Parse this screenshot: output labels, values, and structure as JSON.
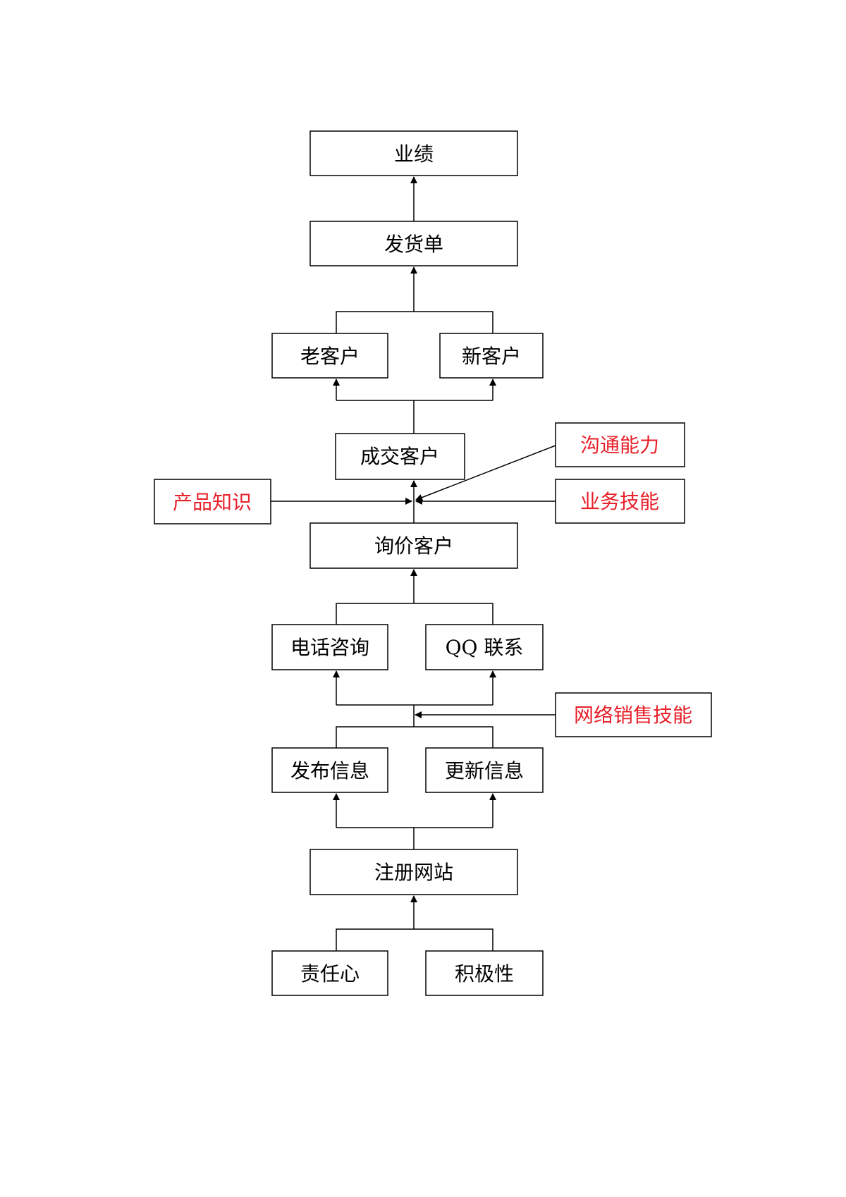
{
  "nodes": {
    "performance": "业绩",
    "delivery_order": "发货单",
    "old_customer": "老客户",
    "new_customer": "新客户",
    "deal_customer": "成交客户",
    "communication_ability": "沟通能力",
    "product_knowledge": "产品知识",
    "business_skill": "业务技能",
    "inquiry_customer": "询价客户",
    "phone_consult": "电话咨询",
    "qq_contact": "QQ 联系",
    "online_sales_skill": "网络销售技能",
    "publish_info": "发布信息",
    "update_info": "更新信息",
    "register_site": "注册网站",
    "responsibility": "责任心",
    "initiative": "积极性"
  },
  "colors": {
    "line": "#000000",
    "text": "#000000",
    "highlight_text": "#e8202a"
  }
}
